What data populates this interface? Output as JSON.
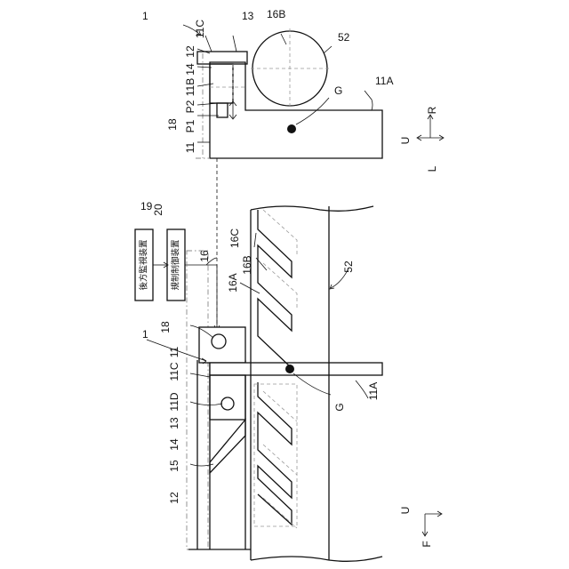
{
  "top_view": {
    "ref_1": "1",
    "ref_11": "11",
    "ref_11A": "11A",
    "ref_11B": "11B",
    "ref_11C": "11C",
    "ref_12": "12",
    "ref_13": "13",
    "ref_14": "14",
    "ref_16B": "16B",
    "ref_18": "18",
    "ref_52": "52",
    "ref_G": "G",
    "ref_P1": "P1",
    "ref_P2": "P2"
  },
  "top_axes": {
    "up": "U",
    "left": "L",
    "right": "R"
  },
  "bottom_view": {
    "ref_1": "1",
    "ref_11": "11",
    "ref_11A": "11A",
    "ref_11C": "11C",
    "ref_11D": "11D",
    "ref_12": "12",
    "ref_13": "13",
    "ref_14": "14",
    "ref_15": "15",
    "ref_16": "16",
    "ref_16A": "16A",
    "ref_16B": "16B",
    "ref_16C": "16C",
    "ref_18": "18",
    "ref_19": "19",
    "ref_20": "20",
    "ref_52": "52",
    "ref_G": "G"
  },
  "boxes": {
    "rear_monitor": "後方監視装置",
    "control": "規制制御装置"
  },
  "bottom_axes": {
    "up": "U",
    "front": "F"
  }
}
